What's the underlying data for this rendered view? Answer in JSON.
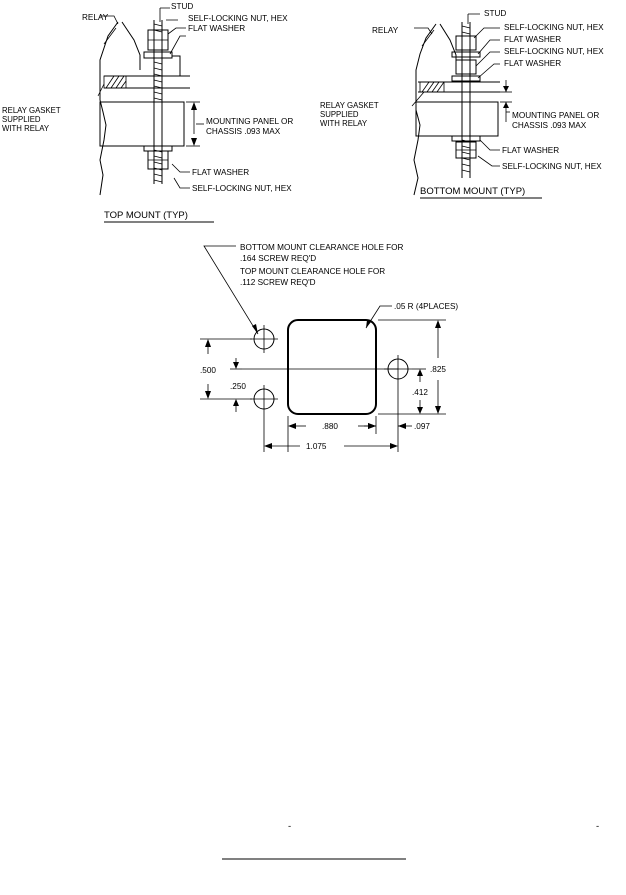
{
  "top_mount": {
    "caption": "TOP MOUNT (TYP)",
    "stud": "STUD",
    "nut_hex_top": "SELF-LOCKING NUT, HEX",
    "flat_washer_top": "FLAT WASHER",
    "relay": "RELAY",
    "gasket_line1": "RELAY GASKET",
    "gasket_line2": "SUPPLIED",
    "gasket_line3": "WITH RELAY",
    "panel_line1": "MOUNTING PANEL OR",
    "panel_line2": "CHASSIS .093 MAX",
    "flat_washer_bottom": "FLAT WASHER",
    "nut_hex_bottom": "SELF-LOCKING NUT, HEX"
  },
  "bottom_mount": {
    "caption": "BOTTOM MOUNT (TYP)",
    "stud": "STUD",
    "nut_hex_top": "SELF-LOCKING NUT, HEX",
    "flat_washer_1": "FLAT WASHER",
    "nut_hex_mid": "SELF-LOCKING NUT, HEX",
    "flat_washer_2": "FLAT WASHER",
    "relay": "RELAY",
    "gasket_line1": "RELAY GASKET",
    "gasket_line2": "SUPPLIED",
    "gasket_line3": "WITH RELAY",
    "panel_line1": "MOUNTING PANEL OR",
    "panel_line2": "CHASSIS .093 MAX",
    "flat_washer_bottom": "FLAT WASHER",
    "nut_hex_bottom": "SELF-LOCKING NUT, HEX"
  },
  "cutout": {
    "note_line1": "BOTTOM MOUNT CLEARANCE HOLE FOR",
    "note_line2": ".164 SCREW REQ'D",
    "note_line3": "TOP MOUNT CLEARANCE HOLE FOR",
    "note_line4": ".112 SCREW REQ'D",
    "corner_radius_note": ".05 R (4PLACES)",
    "dim_500": ".500",
    "dim_250": ".250",
    "dim_825": ".825",
    "dim_412": ".412",
    "dim_880": ".880",
    "dim_097": ".097",
    "dim_1075": "1.075"
  },
  "footer": {
    "mark_left": "-",
    "mark_right": "-"
  }
}
